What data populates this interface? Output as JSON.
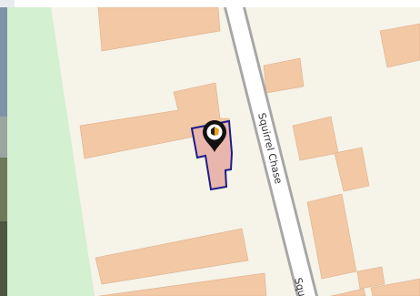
{
  "map": {
    "roads": [
      {
        "id": "squirrel-chase",
        "label_primary": "Squirrel Chase",
        "label_secondary": "Squ"
      }
    ],
    "marker": {
      "icon": "map-pin-icon"
    },
    "colors": {
      "background": "#f6f3e8",
      "park": "#d3f0d0",
      "building": "#f2c8a5",
      "building_stroke": "#ddb08a",
      "road_fill": "#ffffff",
      "road_casing": "#a6a6a6",
      "highlight_fill": "#e9b6ae",
      "highlight_stroke": "#1c1d87",
      "marker_fill": "#111111",
      "marker_inner": "#ffffff",
      "marker_accent": "#f1a01a"
    }
  }
}
